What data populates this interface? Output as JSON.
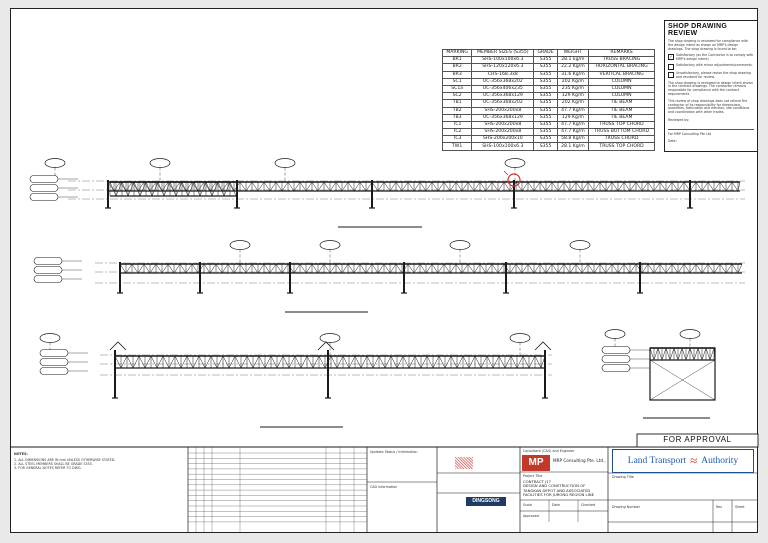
{
  "member_table": {
    "headers": [
      "MARKING",
      "MEMBER SIZES (S355)",
      "GRADE",
      "WEIGHT",
      "REMARKS"
    ],
    "rows": [
      [
        "BR1",
        "SHS-100x100x6.3",
        "S355",
        "28.1 kg/m",
        "TRUSS BRACING"
      ],
      [
        "BR2",
        "SHS-120x120x6.3",
        "S355",
        "22.2 Kg/m",
        "HORIZONTAL BRACING"
      ],
      [
        "BR3",
        "CHS-168.3x8",
        "S355",
        "31.6 Kg/m",
        "VERTICAL BRACING"
      ],
      [
        "SC1",
        "UC-356x368x202",
        "S355",
        "202 Kg/m",
        "COLUMN"
      ],
      [
        "SC1a",
        "UC-356x406x235",
        "S355",
        "235 Kg/m",
        "COLUMN"
      ],
      [
        "SC2",
        "UC-356x368x129",
        "S355",
        "129 Kg/m",
        "COLUMN"
      ],
      [
        "TB1",
        "UC-356x368x202",
        "S355",
        "202 Kg/m",
        "TIE BEAM"
      ],
      [
        "TB2",
        "SHS-200x200x8",
        "S355",
        "47.7 Kg/m",
        "TIE BEAM"
      ],
      [
        "TB3",
        "UC-356x368x129",
        "S355",
        "129 Kg/m",
        "TIE BEAM"
      ],
      [
        "TC1",
        "SHS-200x200x8",
        "S355",
        "47.7 Kg/m",
        "TRUSS TOP CHORD"
      ],
      [
        "TC2",
        "SHS-200x200x8",
        "S355",
        "47.7 Kg/m",
        "TRUSS BOTTOM CHORD"
      ],
      [
        "TC3",
        "SHS-200x200x10",
        "S355",
        "58.8 Kg/m",
        "TRUSS CHORD"
      ],
      [
        "TW1",
        "SHS-100x100x6.3",
        "S355",
        "28.1 Kg/m",
        "TRUSS TOP CHORD"
      ]
    ]
  },
  "review": {
    "title": "SHOP DRAWING REVIEW",
    "intro": "The shop drawing is reviewed for compliance with the design intent as shown on MRP's design drawings. The shop drawing is found to be:",
    "options": [
      "Satisfactory (as the Contractor is to comply with MRP's design intent)",
      "Satisfactory with minor adjustments/comments.",
      "Unsatisfactory, please revise the shop drawing and resubmit for review."
    ],
    "note1": "The shop drawing is reviewed to design intent shown in the contract drawings. The contractor remains responsible for compliance with the contract requirements.",
    "note2": "This review of shop drawings does not relieve the contractor of its responsibility for dimensions, quantities, fabrication and erection, site conditions and coordination with other trades.",
    "reviewed_by": "Reviewed by:",
    "company": "For MRP Consulting Pte Ltd",
    "date_label": "Date:"
  },
  "title_block": {
    "approval": "FOR APPROVAL",
    "authority_left": "Land Transport",
    "authority_right": "Authority",
    "consultant_label": "Consultant (C&S) and Engineer",
    "consultant_name": "MRP Consulting Pte. Ltd.,",
    "logo_text": "MP",
    "contractor_logo": "DINGSONG",
    "project_label": "Project Title",
    "project": [
      "CONTRACT J17",
      "DESIGN AND CONSTRUCTION OF",
      "TANGKAN DEPOT AND ASSOCIATED",
      "FACILITIES FOR JURONG REGION LINE"
    ],
    "drawing_title_label": "Drawing Title",
    "drawing_no_label": "Drawing Number",
    "rev_label": "Rev",
    "sheet_label": "Sheet",
    "scale_label": "Scale",
    "date_label": "Date",
    "checked_label": "Checked",
    "approved_label": "Approved",
    "revision_label": "Updates Status / Information",
    "cad_label": "CAD Information",
    "notes_title": "NOTES:",
    "notes": [
      "1. ALL DIMENSIONS ARE IN mm UNLESS OTHERWISE STATED.",
      "2. ALL STEEL MEMBERS SHALL BE GRADE S355.",
      "3. FOR GENERAL NOTES REFER TO DWG."
    ]
  }
}
